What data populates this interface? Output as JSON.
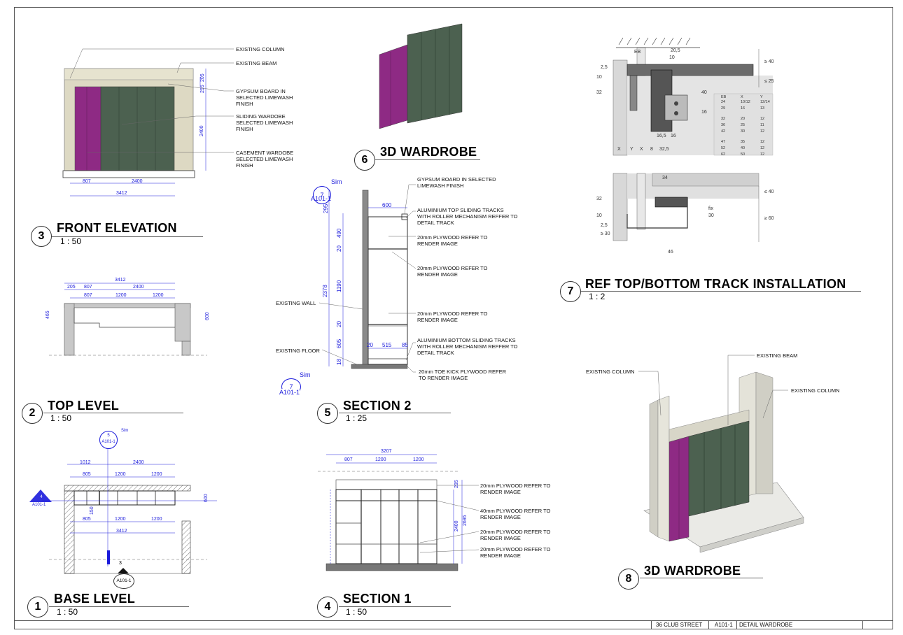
{
  "views": [
    {
      "number": "3",
      "title": "FRONT ELEVATION",
      "scale": "1 : 50"
    },
    {
      "number": "6",
      "title": "3D WARDROBE",
      "scale": ""
    },
    {
      "number": "7",
      "title": "REF TOP/BOTTOM TRACK INSTALLATION",
      "scale": "1 : 2"
    },
    {
      "number": "2",
      "title": "TOP LEVEL",
      "scale": "1 : 50"
    },
    {
      "number": "5",
      "title": "SECTION 2",
      "scale": "1 : 25"
    },
    {
      "number": "1",
      "title": "BASE LEVEL",
      "scale": "1 : 50"
    },
    {
      "number": "4",
      "title": "SECTION 1",
      "scale": "1 : 50"
    },
    {
      "number": "8",
      "title": "3D WARDROBE",
      "scale": ""
    }
  ],
  "front_elevation": {
    "notes": [
      "EXISTING COLUMN",
      "EXISTING BEAM",
      "GYPSUM BOARD IN\nSELECTED LIMEWASH\nFINISH",
      "SLIDING WARDOBE\nSELECTED LIMEWASH\nFINISH",
      "CASEMENT WARDOBE\nSELECTED LIMEWASH\nFINISH"
    ],
    "dims": [
      "807",
      "2400",
      "3412",
      "2400",
      "295",
      "205"
    ]
  },
  "section2": {
    "notes": [
      "GYPSUM BOARD IN SELECTED\nLIMEWASH FINISH",
      "ALUMINIUM TOP SLIDING TRACKS\nWITH ROLLER MECHANISM REFFER TO\nDETAIL TRACK",
      "20mm PLYWOOD REFER TO\nRENDER IMAGE",
      "20mm PLYWOOD REFER TO\nRENDER IMAGE",
      "20mm PLYWOOD REFER TO\nRENDER IMAGE",
      "ALUMINIUM BOTTOM SLIDING TRACKS\nWITH ROLLER MECHANISM REFFER TO\nDETAIL TRACK",
      "20mm TOE KICK PLYWOOD REFER\nTO RENDER IMAGE",
      "EXISTING WALL",
      "EXISTING FLOOR"
    ],
    "dims": [
      "295",
      "600",
      "490",
      "20",
      "1190",
      "2378",
      "20",
      "605",
      "18",
      "20",
      "515",
      "85"
    ],
    "callout_top": {
      "num": "7",
      "ref": "A101-1",
      "sim": "Sim"
    },
    "callout_bottom": {
      "num": "7",
      "ref": "A101-1",
      "sim": "Sim"
    }
  },
  "section1": {
    "notes": [
      "20mm PLYWOOD REFER TO\nRENDER IMAGE",
      "40mm PLYWOOD REFER TO\nRENDER IMAGE",
      "20mm PLYWOOD REFER TO\nRENDER IMAGE",
      "20mm PLYWOOD REFER TO\nRENDER IMAGE"
    ],
    "dims": [
      "3207",
      "807",
      "1200",
      "1200",
      "295",
      "2400",
      "2695"
    ]
  },
  "top_level": {
    "dims": [
      "3412",
      "205",
      "807",
      "2400",
      "807",
      "1200",
      "1200",
      "465",
      "600"
    ]
  },
  "base_level": {
    "dims": [
      "1012",
      "2400",
      "805",
      "1200",
      "1200",
      "600",
      "805",
      "1200",
      "1200",
      "150",
      "3412"
    ],
    "callout_top": {
      "num": "5",
      "ref": "A101-1",
      "sim": "Sim"
    },
    "callout_left": {
      "num": "4",
      "ref": "A101-1"
    },
    "callout_bottom": {
      "num": "3",
      "ref": "A101-1"
    }
  },
  "track_install": {
    "dims_top": [
      "EB",
      "20,5",
      "10",
      "2,5",
      "10",
      "32",
      "40",
      "16",
      "16,5",
      "16",
      "32,5",
      "X",
      "Y",
      "X",
      "8",
      "≥ 40",
      "≤ 25"
    ],
    "table_header": [
      "EB",
      "X",
      "Y"
    ],
    "table_rows": [
      [
        "24",
        "10/12",
        "12/14"
      ],
      [
        "29",
        "16",
        "13"
      ],
      [
        "32",
        "20",
        "12"
      ],
      [
        "36",
        "25",
        "11"
      ],
      [
        "42",
        "30",
        "12"
      ],
      [
        "47",
        "35",
        "12"
      ],
      [
        "52",
        "40",
        "12"
      ],
      [
        "62",
        "50",
        "12"
      ]
    ],
    "dims_bottom": [
      "34",
      "32",
      "10",
      "2,5",
      "≥ 30",
      "fix",
      "30",
      "46",
      "≤ 40",
      "≥ 60"
    ]
  },
  "render3d": {
    "notes": [
      "EXISTING BEAM",
      "EXISTING COLUMN",
      "EXISTING COLUMN"
    ]
  },
  "title_block": {
    "project": "36 CLUB STREET",
    "sheet": "A101-1",
    "name": "DETAIL WARDROBE"
  },
  "colors": {
    "dimension": "#1a1adb",
    "magenta": "#8e2a84",
    "green": "#4c6150",
    "wall": "#ddd9c3"
  }
}
